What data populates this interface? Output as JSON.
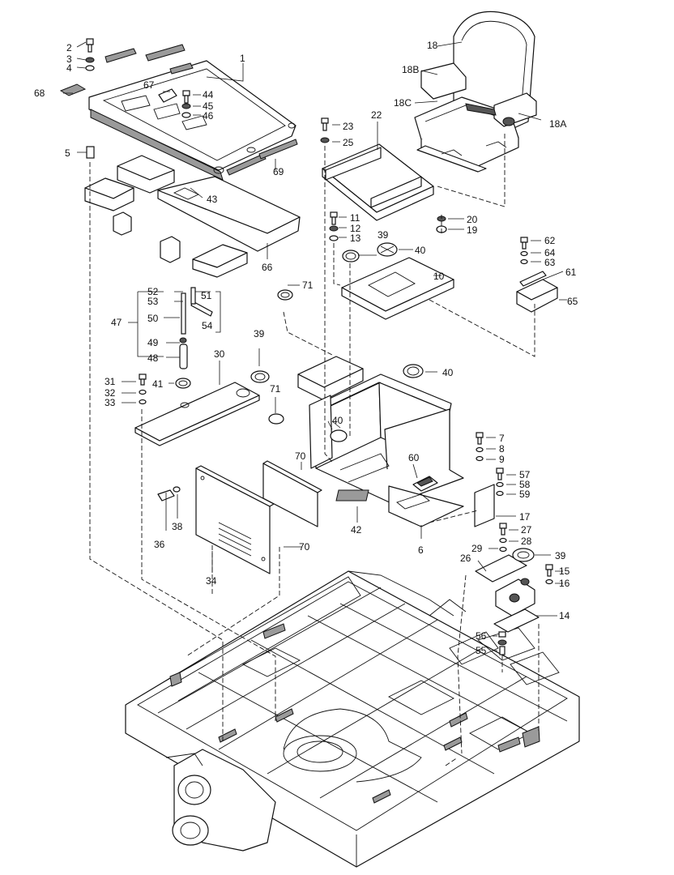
{
  "part_labels": {
    "p1": "1",
    "p2": "2",
    "p3": "3",
    "p4": "4",
    "p5": "5",
    "p6": "6",
    "p7": "7",
    "p8": "8",
    "p9": "9",
    "p10": "10",
    "p11": "11",
    "p12": "12",
    "p13": "13",
    "p14": "14",
    "p15": "15",
    "p16": "16",
    "p17": "17",
    "p18": "18",
    "p18A": "18A",
    "p18B": "18B",
    "p18C": "18C",
    "p19": "19",
    "p20": "20",
    "p22": "22",
    "p23": "23",
    "p25": "25",
    "p26": "26",
    "p27": "27",
    "p28": "28",
    "p29": "29",
    "p30": "30",
    "p31": "31",
    "p32": "32",
    "p33": "33",
    "p34": "34",
    "p36": "36",
    "p38": "38",
    "p39a": "39",
    "p39b": "39",
    "p39c": "39",
    "p40a": "40",
    "p40b": "40",
    "p40c": "40",
    "p41": "41",
    "p42": "42",
    "p43": "43",
    "p44": "44",
    "p45": "45",
    "p46": "46",
    "p47": "47",
    "p48": "48",
    "p49": "49",
    "p50": "50",
    "p51": "51",
    "p52": "52",
    "p53": "53",
    "p54": "54",
    "p55": "55",
    "p56": "56",
    "p57": "57",
    "p58": "58",
    "p59": "59",
    "p60": "60",
    "p61": "61",
    "p62": "62",
    "p63": "63",
    "p64": "64",
    "p65": "65",
    "p66": "66",
    "p67": "67",
    "p68": "68",
    "p69": "69",
    "p70a": "70",
    "p70b": "70",
    "p71a": "71",
    "p71b": "71"
  }
}
